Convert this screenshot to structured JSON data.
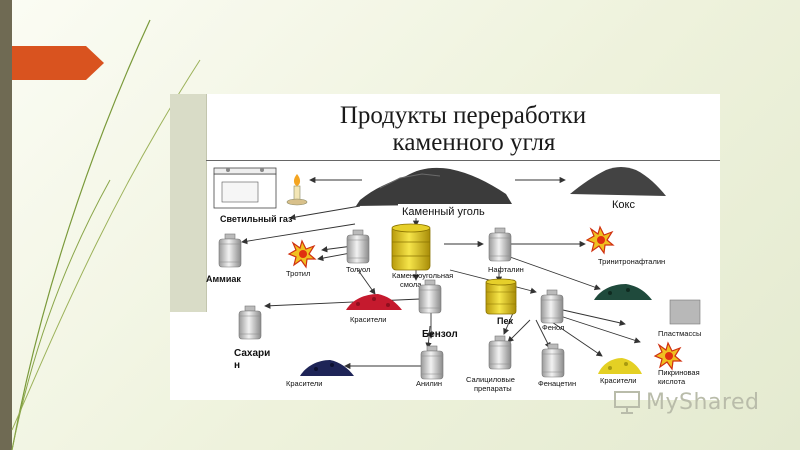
{
  "title": {
    "line1": "Продукты переработки",
    "line2": "каменного угля"
  },
  "labels": {
    "coal": "Каменный уголь",
    "coke": "Кокс",
    "light_gas": "Светильный газ",
    "ammonia": "Аммиак",
    "trotyl": "Тротил",
    "toluene": "Толуол",
    "coal_tar_1": "Каменноугольная",
    "coal_tar_2": "смола",
    "naphthalene": "Нафталин",
    "trinitronaphthalene": "Тринитронафталин",
    "dyes_red": "Красители",
    "pitch": "Пек",
    "phenol": "Фенол",
    "plastics": "Пластмассы",
    "benzene": "Бензол",
    "saccharin_1": "Сахари",
    "saccharin_2": "н",
    "salicylic_1": "Салициловые",
    "salicylic_2": "препараты",
    "phenacetin": "Фенацетин",
    "dyes_yellow": "Красители",
    "picric_1": "Пикриновая",
    "picric_2": "кислота",
    "dyes_blue": "Красители",
    "aniline": "Анилин"
  },
  "watermark": "MyShared",
  "colors": {
    "accent_arrow": "#d9531f",
    "side_bar": "#6f6a53",
    "tar_barrel": "#e8d01e"
  }
}
